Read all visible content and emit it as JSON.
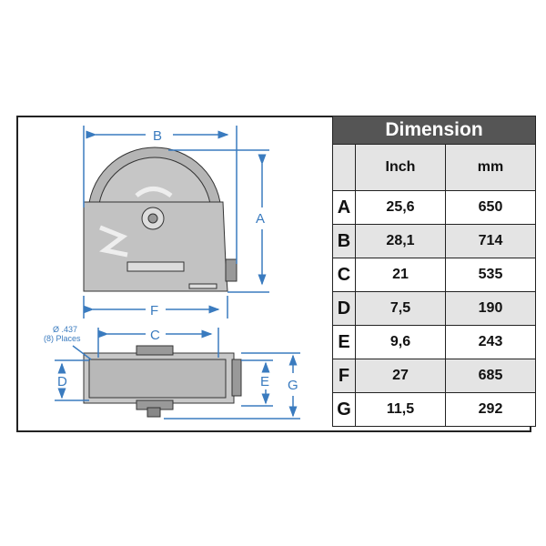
{
  "table": {
    "title": "Dimension",
    "columns": [
      "",
      "Inch",
      "mm"
    ],
    "rows": [
      {
        "label": "A",
        "inch": "25,6",
        "mm": "650"
      },
      {
        "label": "B",
        "inch": "28,1",
        "mm": "714"
      },
      {
        "label": "C",
        "inch": "21",
        "mm": "535"
      },
      {
        "label": "D",
        "inch": "7,5",
        "mm": "190"
      },
      {
        "label": "E",
        "inch": "9,6",
        "mm": "243"
      },
      {
        "label": "F",
        "inch": "27",
        "mm": "685"
      },
      {
        "label": "G",
        "inch": "11,5",
        "mm": "292"
      }
    ]
  },
  "drawing": {
    "labels": {
      "A": "A",
      "B": "B",
      "C": "C",
      "D": "D",
      "E": "E",
      "F": "F",
      "G": "G"
    },
    "hole_note": "Ø .437",
    "hole_note2": "(8) Places"
  }
}
